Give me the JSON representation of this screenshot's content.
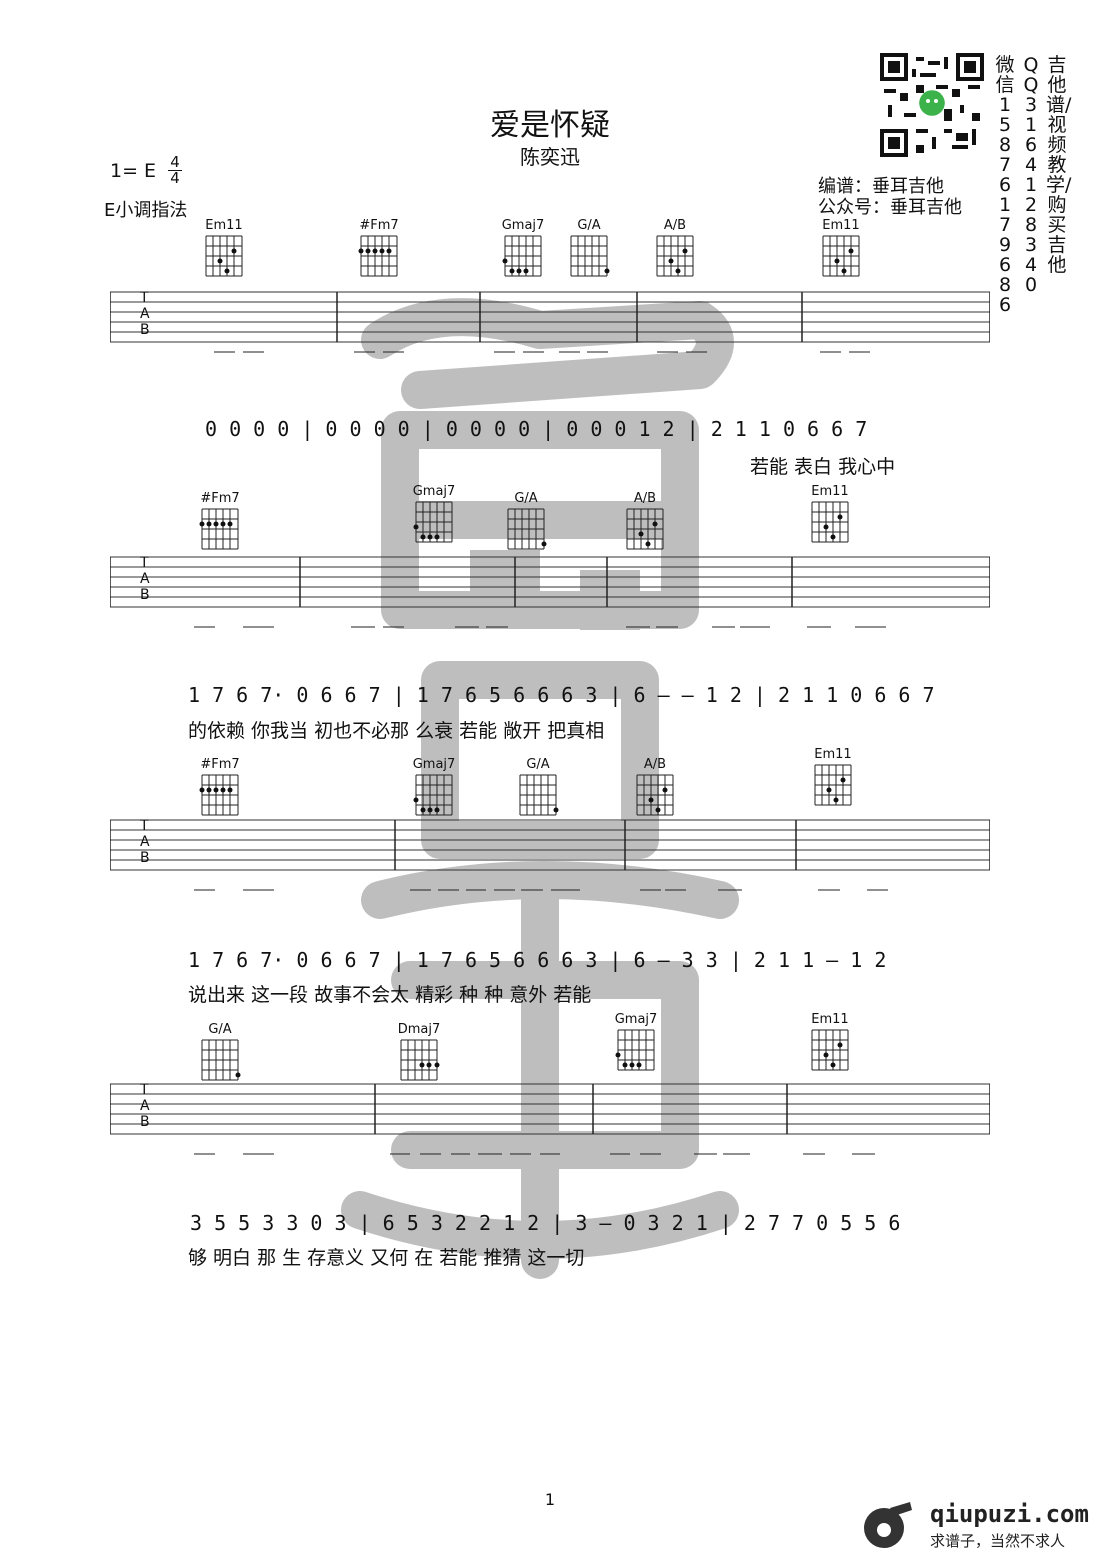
{
  "header": {
    "title": "爱是怀疑",
    "artist": "陈奕迅",
    "key": "1= E",
    "meter_top": "4",
    "meter_bottom": "4",
    "style_note": "E小调指法",
    "arranger": "编谱：垂耳吉他",
    "account": "公众号：垂耳吉他"
  },
  "contact": {
    "col1": "吉他谱/视频教学/购买吉他",
    "col2": "QQ 3164128340",
    "col3": "微信 15876179686"
  },
  "systems": [
    {
      "chords": [
        "Em11",
        "#Fm7",
        "Gmaj7",
        "G/A",
        "A/B",
        "Em11"
      ],
      "numbers": "0 0 0 0 | 0 0 0 0 | 0 0 0 0 | 0 0 0 1 2 | 2 1 1  0 6 6 7",
      "lyrics": "若能  表白        我心中"
    },
    {
      "chords": [
        "#Fm7",
        "Gmaj7",
        "G/A",
        "A/B",
        "Em11"
      ],
      "numbers": "1 7 6 7· 0 6 6 7 | 1 7 6 5 6  6 6 3 | 6 — — 1 2 | 2 1 1  0 6 6 7",
      "lyrics": "的依赖    你我当  初也不必那  么衰        若能  敞开      把真相"
    },
    {
      "chords": [
        "#Fm7",
        "Gmaj7",
        "G/A",
        "A/B",
        "Em11"
      ],
      "numbers": "1 7 6 7· 0 6 6 7 | 1 7 6 5 6  6 6 3 | 6 — 3 3 | 2 1 1 — 1 2",
      "lyrics": "说出来    这一段  故事不会太  精彩      种 种  意外     若能"
    },
    {
      "chords": [
        "G/A",
        "Dmaj7",
        "Gmaj7",
        "Em11"
      ],
      "numbers": "3  5 5 3 3  0 3 | 6  5 3 2 2 1 2 | 3 — 0 3 2 1 | 2 7 7  0 5 5 6",
      "lyrics": "够  明白     那  生  存意义 又何   在      若能  推猜     这一切"
    }
  ],
  "tab_letters": [
    "T",
    "A",
    "B"
  ],
  "page_number": "1",
  "footer": {
    "site": "qiupuzi.com",
    "slogan": "求谱子，当然不求人"
  }
}
